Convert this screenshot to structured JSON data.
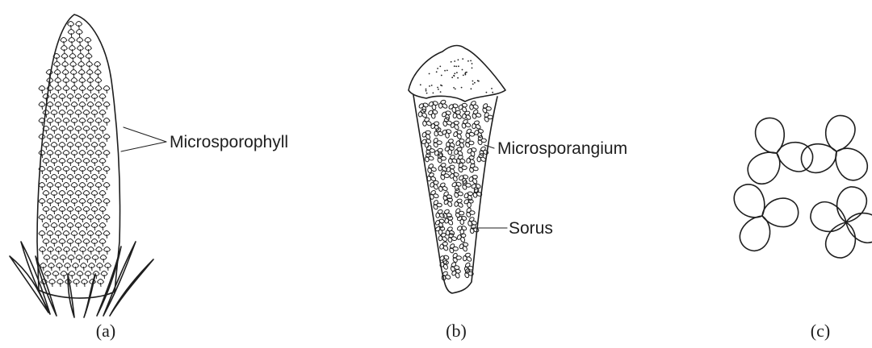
{
  "figure": {
    "panel_a": {
      "caption": "(a)",
      "label_microsporophyll": "Microsporophyll"
    },
    "panel_b": {
      "caption": "(b)",
      "label_microsporangium": "Microsporangium",
      "label_sorus": "Sorus"
    },
    "panel_c": {
      "caption": "(c)"
    }
  }
}
